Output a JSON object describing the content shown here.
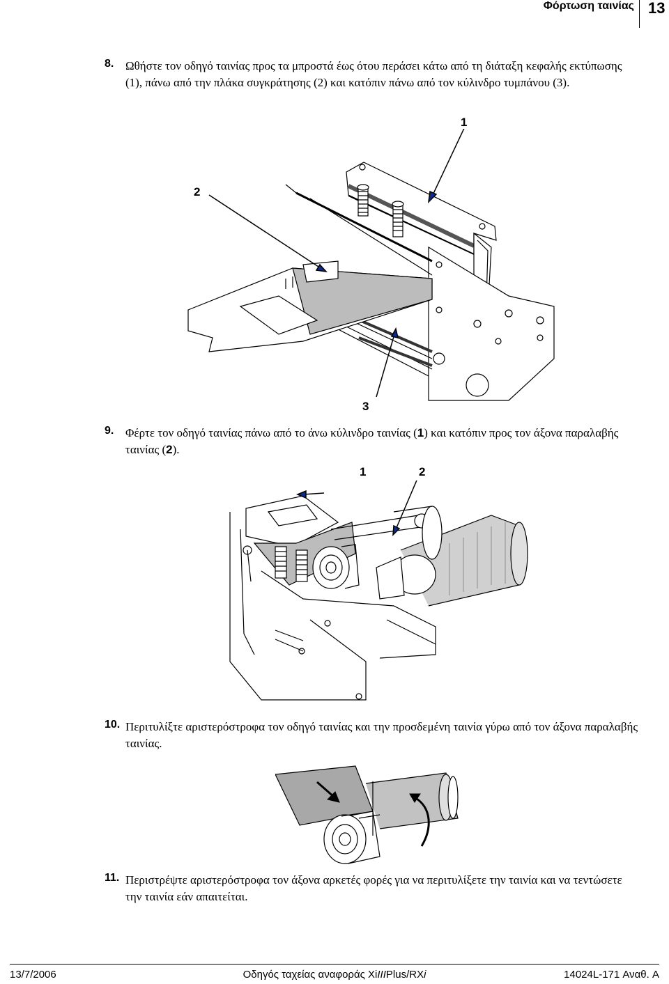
{
  "header": {
    "title": "Φόρτωση ταινίας",
    "page_number": "13"
  },
  "steps": [
    {
      "number": "8.",
      "text": "Ωθήστε τον οδηγό ταινίας προς τα μπροστά έως ότου περάσει κάτω από τη διάταξη κεφαλής εκτύπωσης (1), πάνω από την πλάκα συγκράτησης (2) και κατόπιν πάνω από τον κύλινδρο τυμπάνου (3)."
    },
    {
      "number": "9.",
      "text_a": "Φέρτε τον οδηγό ταινίας πάνω από το άνω κύλινδρο ταινίας (",
      "ref1": "1",
      "text_b": ") και κατόπιν προς τον άξονα παραλαβής ταινίας (",
      "ref2": "2",
      "text_c": ")."
    },
    {
      "number": "10.",
      "text": "Περιτυλίξτε αριστερόστροφα τον οδηγό ταινίας και την προσδεμένη ταινία γύρω από τον άξονα παραλαβής ταινίας."
    },
    {
      "number": "11.",
      "text": "Περιστρέψτε αριστερόστροφα τον άξονα αρκετές φορές για να περιτυλίξετε την ταινία και να τεντώσετε την ταινία εάν απαιτείται."
    }
  ],
  "figure1": {
    "callouts": [
      "1",
      "2",
      "3"
    ]
  },
  "figure2": {
    "callouts": [
      "1",
      "2"
    ]
  },
  "footer": {
    "date": "13/7/2006",
    "title_prefix": "Οδηγός ταχείας αναφοράς Xi",
    "title_italic": "III",
    "title_mid": "Plus/RX",
    "title_i": "i",
    "doc_number": "14024L-171 Αναθ. A"
  }
}
